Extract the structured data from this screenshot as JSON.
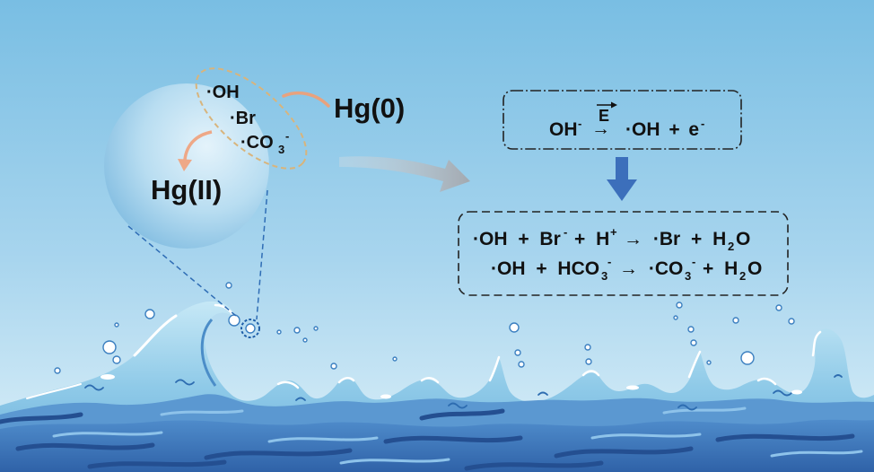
{
  "bubble": {
    "radical_oh": "·OH",
    "radical_br": "·Br",
    "radical_co3": {
      "base": "·CO",
      "sub": "3",
      "sup": "-"
    },
    "product": "Hg(II)"
  },
  "reactant": "Hg(0)",
  "electrochemical_step": {
    "lhs": "OH",
    "lhs_charge": "-",
    "arrow": "→",
    "arrow_label": "E",
    "rhs": "·OH + e",
    "rhs_charge": "-"
  },
  "radical_reactions": {
    "line1": [
      "·OH + Br",
      "-",
      "+ H",
      "+",
      "→ ·Br + H",
      "2",
      "O"
    ],
    "line2": [
      "·OH + HCO",
      "3",
      "-",
      "→ ·CO",
      "3",
      "-",
      "+ H",
      "2",
      "O"
    ]
  },
  "colors": {
    "text": "#111111",
    "reaction_arrow_orange": "#eea887",
    "flow_arrow_blue": "#3c6fbb",
    "radical_ellipse": "#d8b47c",
    "zoom_dash": "#2f6db5",
    "foam": "#8fcae8",
    "water": "#3f76b8"
  }
}
